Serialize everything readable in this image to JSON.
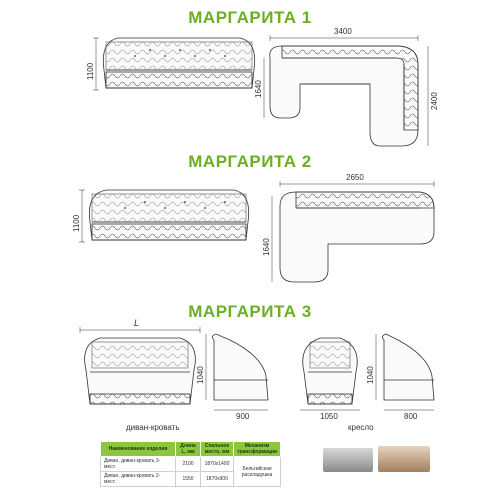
{
  "titles": {
    "m1": "МАРГАРИТА 1",
    "m2": "МАРГАРИТА 2",
    "m3": "МАРГАРИТА 3"
  },
  "colors": {
    "title_green": "#6ab023",
    "header_green": "#8cc63f"
  },
  "dimensions": {
    "m1_height": "1100",
    "m1_width": "3400",
    "m1_depth": "1640",
    "m1_side": "2400",
    "m2_height": "1100",
    "m2_width": "2650",
    "m2_depth": "1640",
    "m3_length": "L",
    "m3_sofa_height": "1040",
    "m3_sofa_depth": "900",
    "m3_chair_width": "1050",
    "m3_chair_height": "1040",
    "m3_chair_depth": "800"
  },
  "labels": {
    "sofa_bed": "диван-кровать",
    "armchair": "кресло"
  },
  "table": {
    "headers": [
      "Наименование изделия",
      "Длина L, мм",
      "Спальное место, мм",
      "Механизм трансформации"
    ],
    "rows": [
      [
        "Диван, диван-кровать 3-мест.",
        "2100",
        "1870х1400",
        "Бельгийская раскладушка"
      ],
      [
        "Диван, диван-кровать 2-мест.",
        "1550",
        "1870х900",
        ""
      ]
    ]
  }
}
